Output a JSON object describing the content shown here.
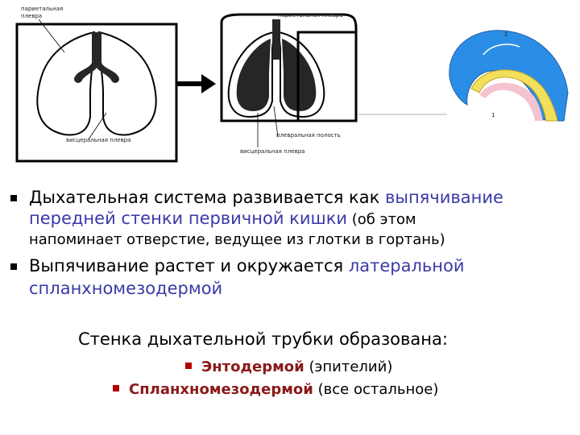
{
  "figure": {
    "left_labels": {
      "parietal_pleura": [
        "париетальная",
        "плевра"
      ],
      "visceral_pleura": "висцеральная плевра"
    },
    "right_labels": {
      "parietal_pleura": "париетальная плевра",
      "pleural_cavity": "плевральная полость",
      "visceral_pleura": "висцеральная плевра"
    },
    "embryo_labels": {
      "mark_2": "2",
      "mark_1": "1"
    },
    "colors": {
      "embryo_blue": "#2b8ee6",
      "embryo_yellow": "#f2e05a",
      "embryo_pink": "#f4c3cf",
      "lung_dark": "#262626"
    }
  },
  "bullets": {
    "b1": {
      "text_start": "Дыхательная система развивается как ",
      "highlight": "выпячивание передней стенки первичной кишки",
      "text_small": " (об этом",
      "note": "напоминает отверстие, ведущее из глотки в гортань)"
    },
    "b2": {
      "text_start": "Выпячивание растет и окружается ",
      "highlight": "латеральной спланхномезодермой"
    }
  },
  "wall": {
    "title": "Стенка дыхательной трубки образована:",
    "item1": {
      "bold": "Энтодермой",
      "rest": " (эпителий)"
    },
    "item2": {
      "bold": "Спланхномезодермой",
      "rest": " (все остальное)"
    }
  },
  "accent_colors": {
    "blue_text": "#3a3aa8",
    "maroon_text": "#8b1a1a",
    "red_bullet": "#b00000"
  }
}
